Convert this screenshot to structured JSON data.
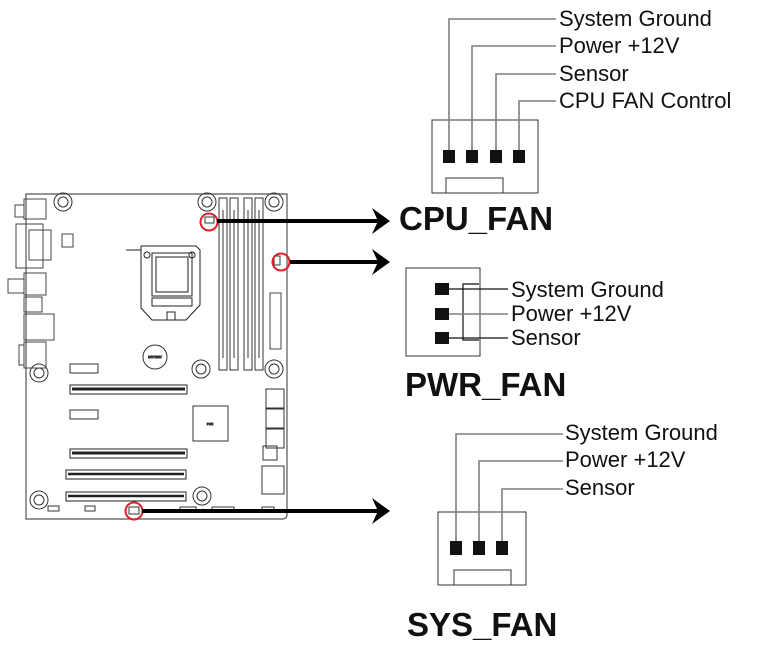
{
  "title": "Fan connector pinouts",
  "colors": {
    "lead": "#7f7f7f",
    "pin": "#111111",
    "highlight": "#e0202a",
    "silk": "#2a3f9a"
  },
  "board": {
    "chip_labels": {
      "pch": "PCH",
      "battery": "BATTERY"
    }
  },
  "connectors": [
    {
      "id": "cpu_fan",
      "name": "CPU_FAN",
      "pin_count": 4,
      "pins": [
        "System Ground",
        "Power +12V",
        "Sensor",
        "CPU FAN Control"
      ]
    },
    {
      "id": "pwr_fan",
      "name": "PWR_FAN",
      "pin_count": 3,
      "pins": [
        "System Ground",
        "Power +12V",
        "Sensor"
      ]
    },
    {
      "id": "sys_fan",
      "name": "SYS_FAN",
      "pin_count": 3,
      "pins": [
        "System Ground",
        "Power +12V",
        "Sensor"
      ]
    }
  ]
}
